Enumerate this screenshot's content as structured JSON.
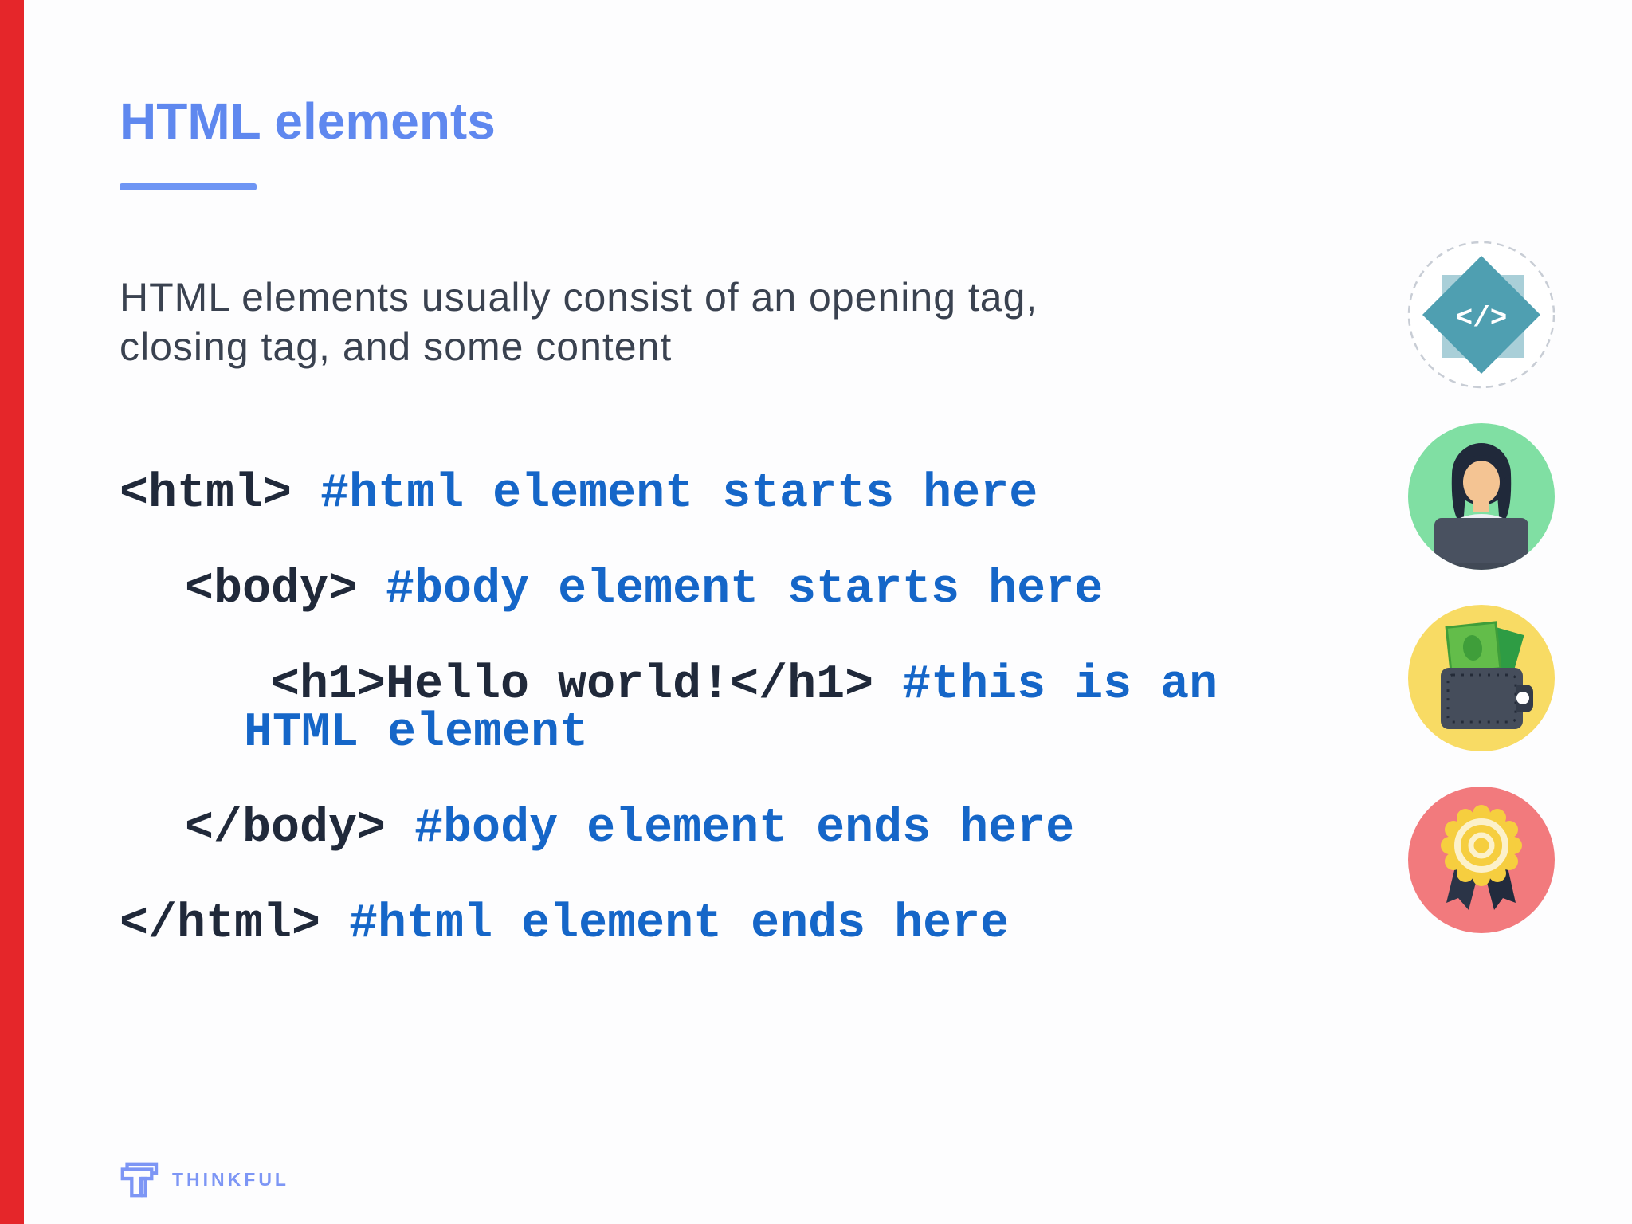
{
  "slide": {
    "title": "HTML elements",
    "paragraph": {
      "line1": "HTML elements usually consist of an opening tag,",
      "line2": "closing tag, and some content"
    },
    "code": {
      "lines": [
        {
          "tag": "<html>",
          "comment": "#html element starts here"
        },
        {
          "tag": "<body>",
          "comment": "#body element starts here"
        },
        {
          "tag": "<h1>Hello world!</h1>",
          "comment": "#this is an",
          "comment_wrap": "HTML element"
        },
        {
          "tag": "</body>",
          "comment": "#body element ends here"
        },
        {
          "tag": "</html>",
          "comment": "#html element ends here"
        }
      ]
    },
    "icons": [
      {
        "name": "code-icon",
        "glyph": "</>"
      },
      {
        "name": "person-laptop-icon"
      },
      {
        "name": "wallet-icon"
      },
      {
        "name": "award-icon"
      }
    ],
    "footer": {
      "brand": "THINKFUL"
    },
    "colors": {
      "accent_red": "#e5262a",
      "title_blue": "#5f88ef",
      "underline_blue": "#6e95f4",
      "body_text": "#3a4250",
      "code_dark": "#20293a",
      "code_comment_blue": "#1566c8",
      "icon_teal": "#4f9fb1",
      "icon_teal_light": "#a9cfd8",
      "icon_mint": "#80dfa3",
      "icon_yellow": "#f8db64",
      "icon_salmon": "#f27a7d",
      "brand_blue": "#7d96f5"
    }
  }
}
